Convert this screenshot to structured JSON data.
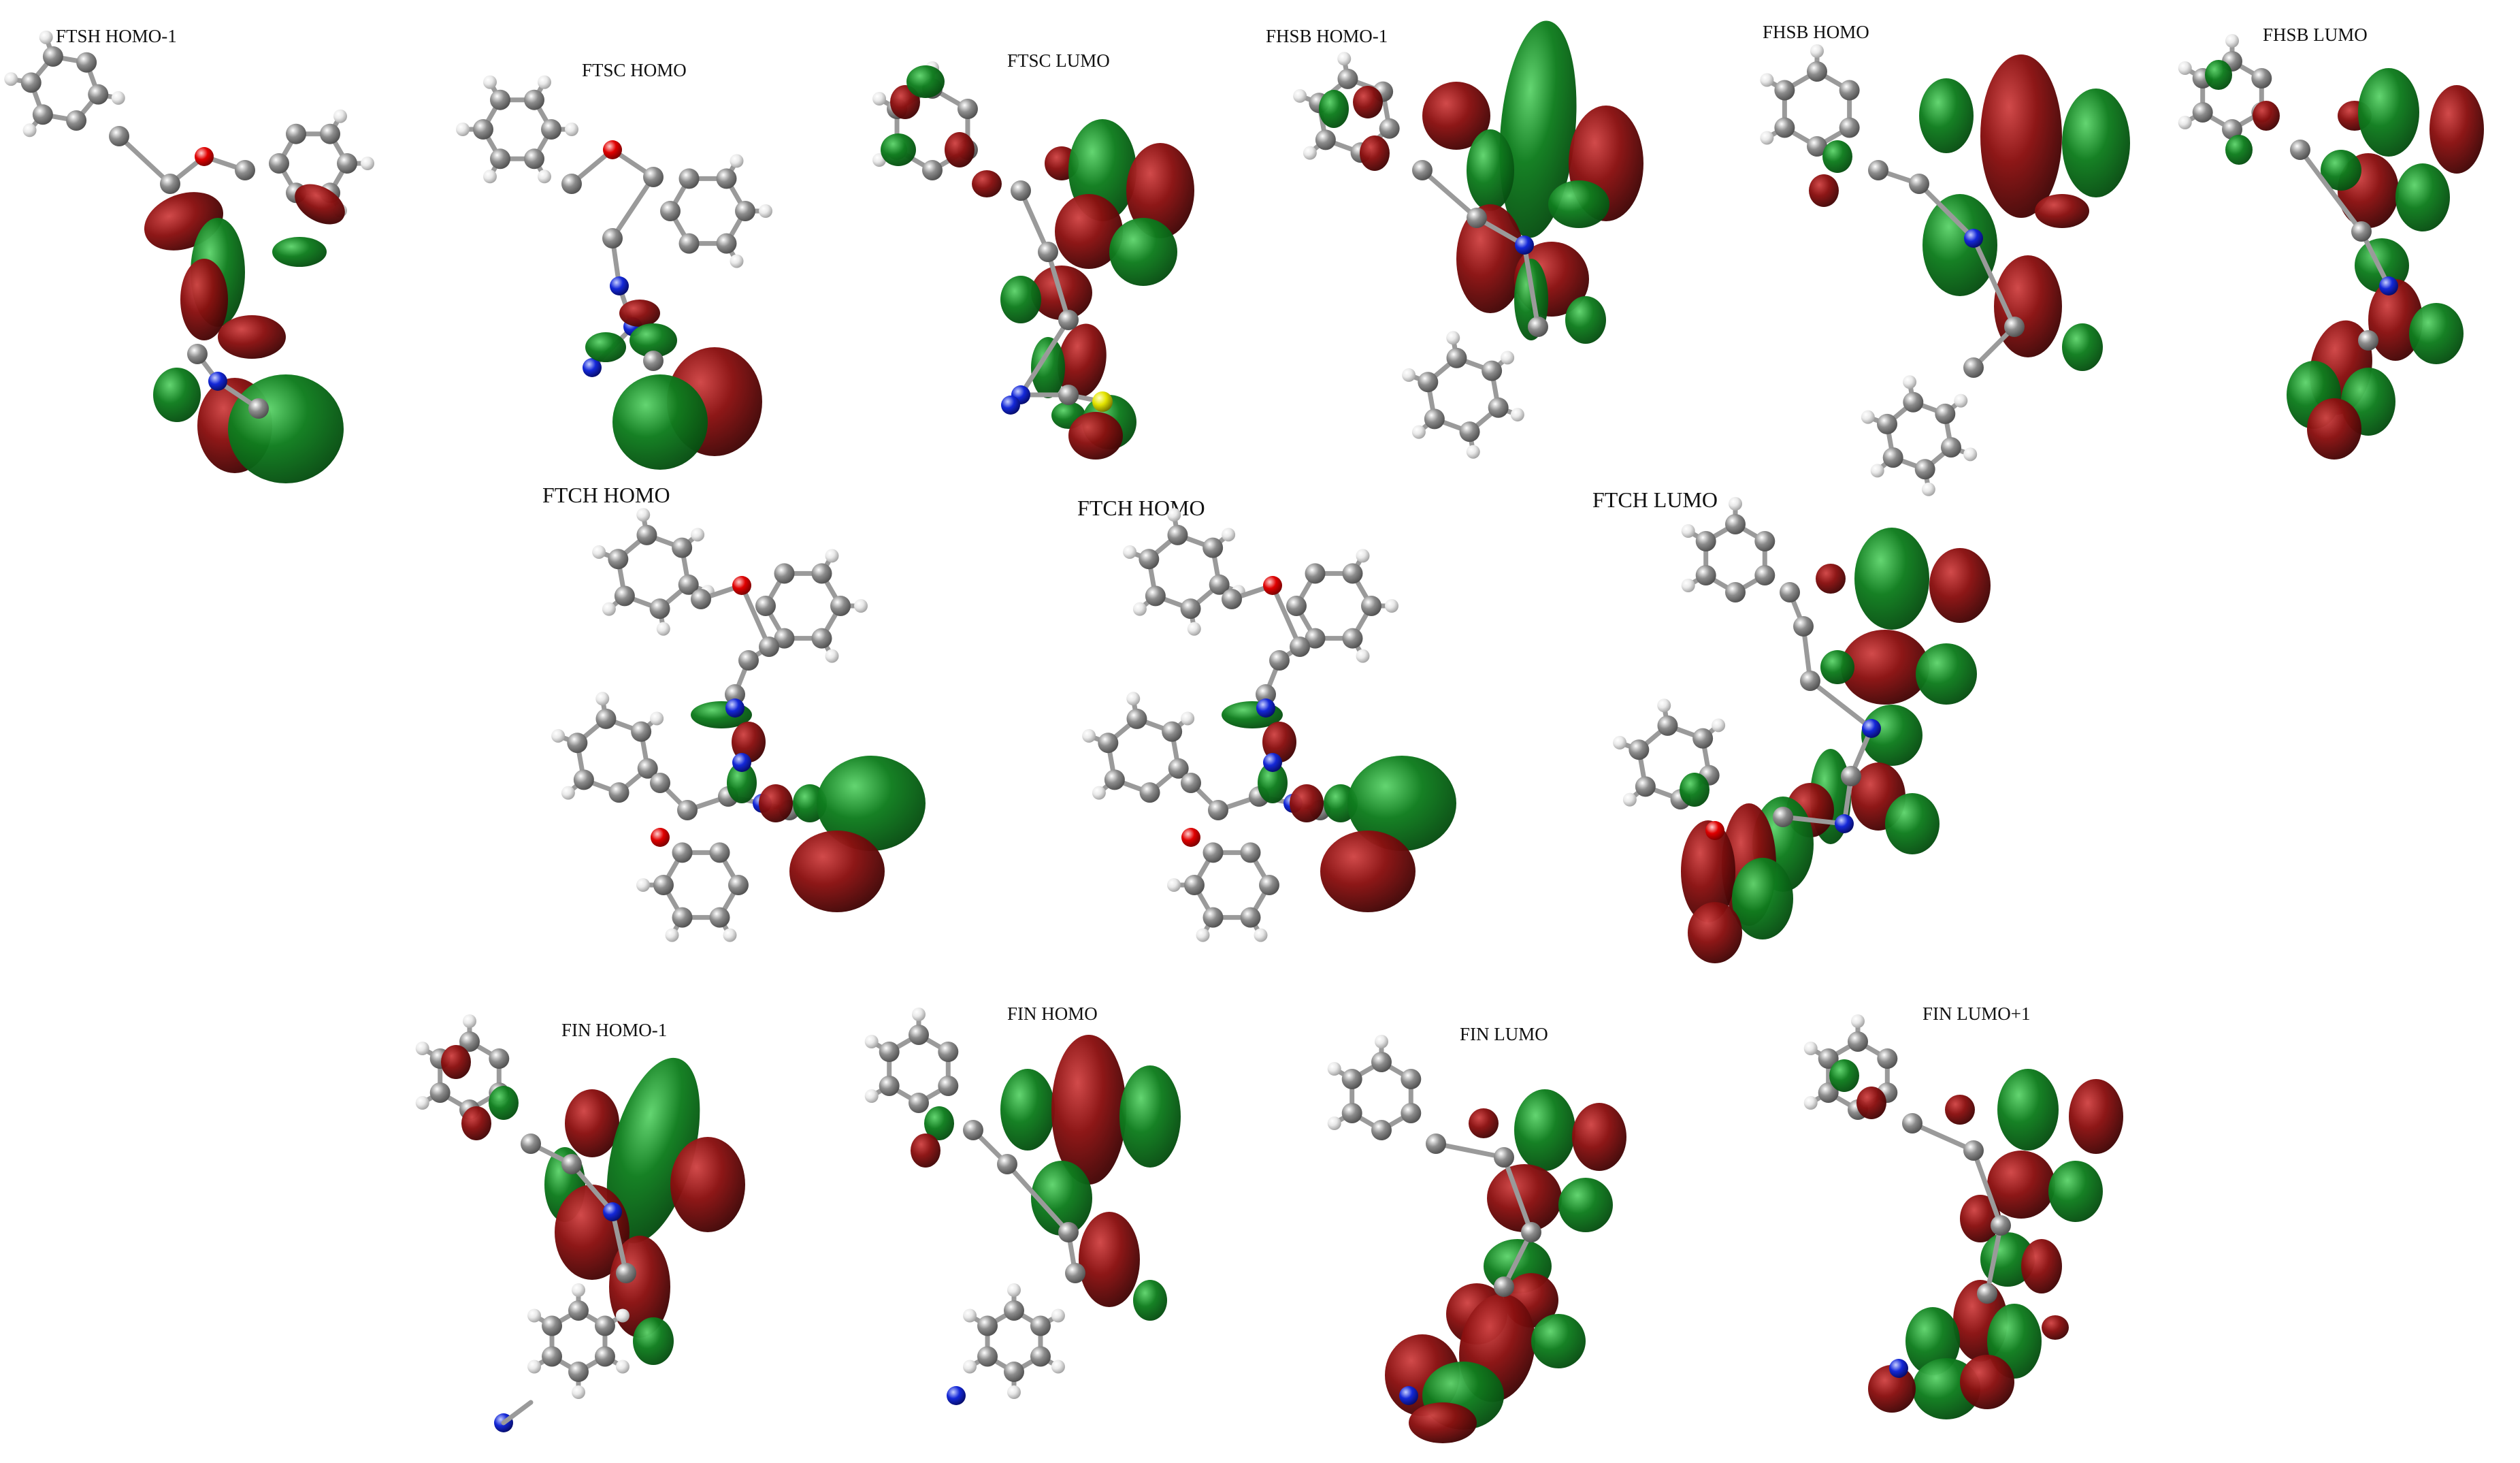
{
  "figure": {
    "panels": [
      {
        "label": "FTSH HOMO-1"
      },
      {
        "label": "FTSC HOMO"
      },
      {
        "label": "FTSC LUMO"
      },
      {
        "label": "FHSB HOMO-1"
      },
      {
        "label": "FHSB HOMO"
      },
      {
        "label": "FHSB LUMO"
      },
      {
        "label": "FTCH HOMO"
      },
      {
        "label": "FTCH HOMO"
      },
      {
        "label": "FTCH LUMO"
      },
      {
        "label": "FIN HOMO-1"
      },
      {
        "label": "FIN HOMO"
      },
      {
        "label": "FIN LUMO"
      },
      {
        "label": "FIN LUMO+1"
      }
    ]
  },
  "colors": {
    "lobe_positive": "#0f7d1e",
    "lobe_negative": "#8a1010",
    "carbon": "#8c8c8c",
    "hydrogen": "#e9e9e9",
    "oxygen": "#e00000",
    "nitrogen": "#1428d8",
    "sulfur": "#e4e400"
  }
}
